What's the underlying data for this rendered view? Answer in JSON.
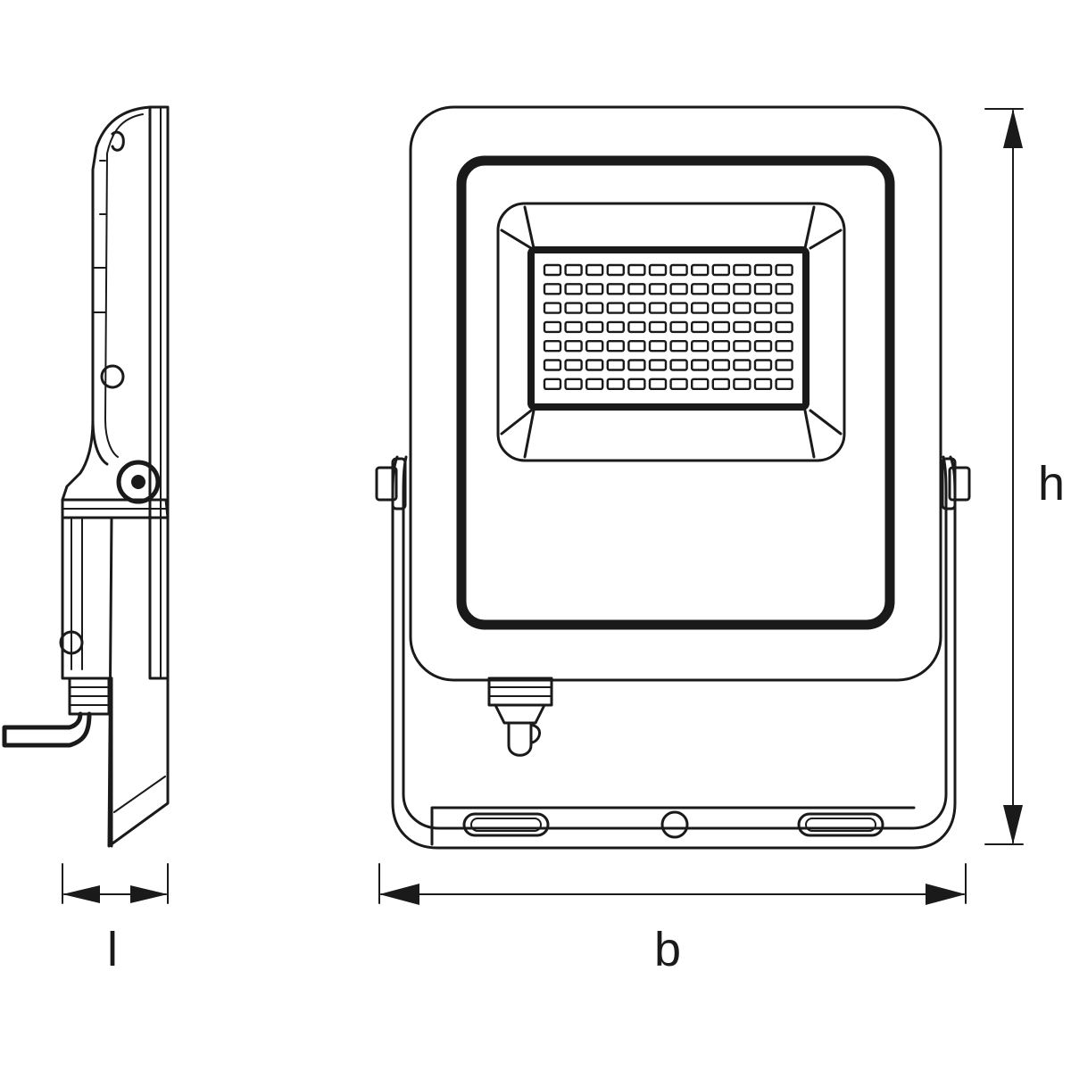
{
  "dimensions": {
    "length_label": "l",
    "width_label": "b",
    "height_label": "h"
  },
  "led_array": {
    "rows": 7,
    "columns": 12
  },
  "palette": {
    "line": "#1a1a1a",
    "background": "#ffffff"
  }
}
